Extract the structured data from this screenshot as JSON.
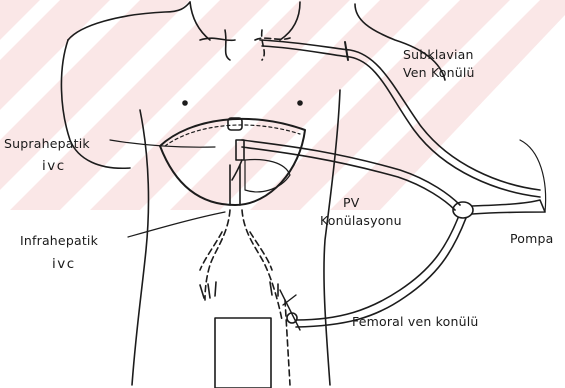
{
  "labels": {
    "subclavian_line1": "Subklavian",
    "subclavian_line2": "Ven Konülü",
    "suprahepatic_line1": "Suprahepatik",
    "suprahepatic_line2": "ivc",
    "infrahepatic_line1": "Infrahepatik",
    "infrahepatic_line2": "ivc",
    "pv_line1": "PV",
    "pv_line2": "Konülasyonu",
    "pump": "Pompa",
    "femoral": "Femoral ven konülü"
  },
  "watermark_color": "#f6d5d5"
}
